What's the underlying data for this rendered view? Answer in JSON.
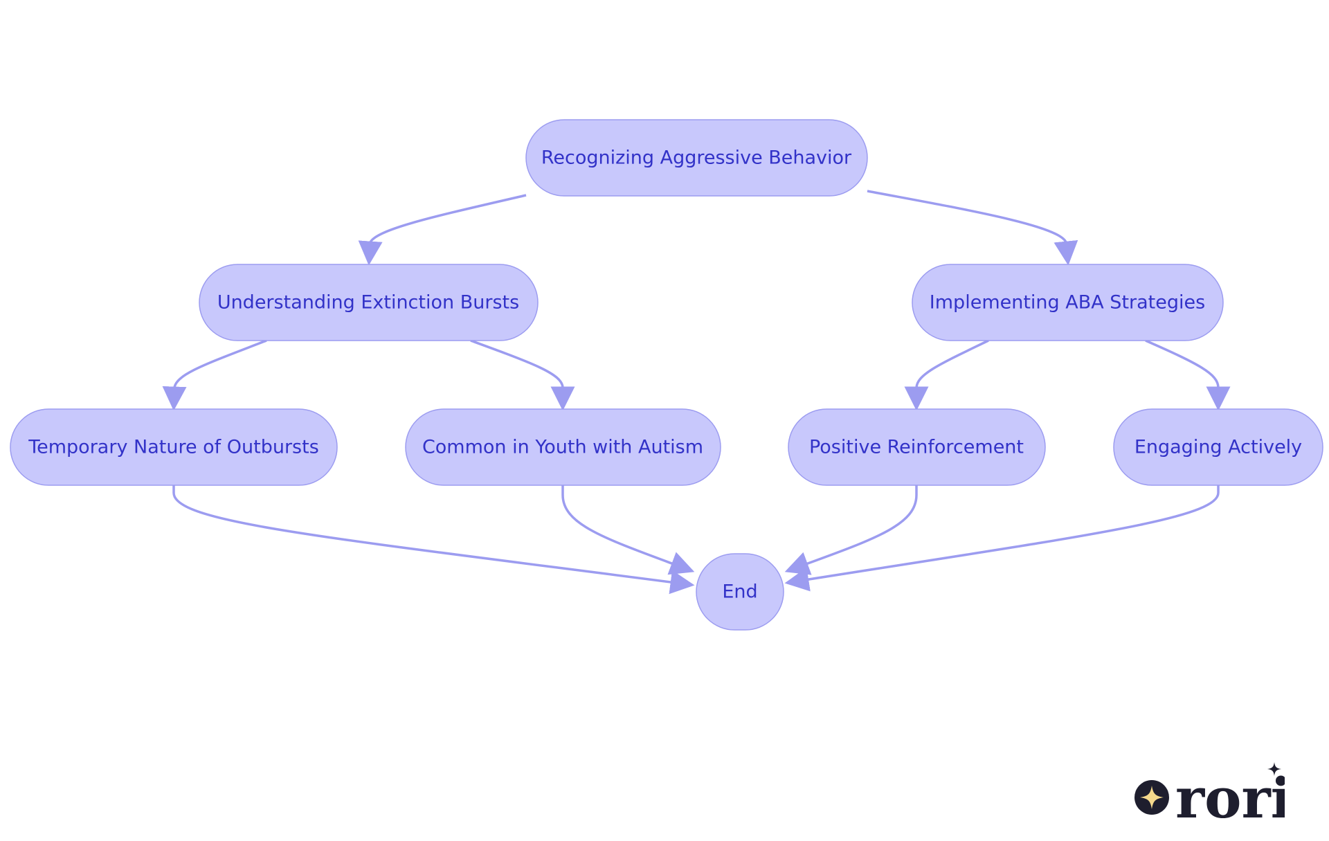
{
  "diagram": {
    "nodes": [
      {
        "id": "recognizing",
        "label": "Recognizing Aggressive Behavior"
      },
      {
        "id": "understanding",
        "label": "Understanding Extinction Bursts"
      },
      {
        "id": "implementing",
        "label": "Implementing ABA Strategies"
      },
      {
        "id": "temporary",
        "label": "Temporary Nature of Outbursts"
      },
      {
        "id": "common",
        "label": "Common in Youth with Autism"
      },
      {
        "id": "positive",
        "label": "Positive Reinforcement"
      },
      {
        "id": "engaging",
        "label": "Engaging Actively"
      },
      {
        "id": "end",
        "label": "End"
      }
    ],
    "edges": [
      {
        "from": "recognizing",
        "to": "understanding"
      },
      {
        "from": "recognizing",
        "to": "implementing"
      },
      {
        "from": "understanding",
        "to": "temporary"
      },
      {
        "from": "understanding",
        "to": "common"
      },
      {
        "from": "implementing",
        "to": "positive"
      },
      {
        "from": "implementing",
        "to": "engaging"
      },
      {
        "from": "temporary",
        "to": "end"
      },
      {
        "from": "common",
        "to": "end"
      },
      {
        "from": "positive",
        "to": "end"
      },
      {
        "from": "engaging",
        "to": "end"
      }
    ],
    "colors": {
      "node_fill": "#c8c8fc",
      "node_stroke": "#9c9cf0",
      "edge": "#9c9cf0",
      "text": "#3232c8"
    }
  },
  "logo": {
    "text": "rori",
    "icon": "sparkle-icon",
    "color": "#1e1e2e",
    "accent": "#f5d98c"
  }
}
